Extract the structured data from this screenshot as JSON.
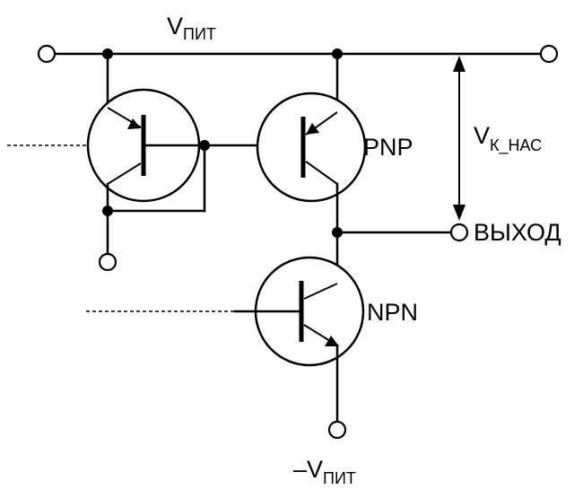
{
  "labels": {
    "supply_main": "V",
    "supply_sub": "ПИТ",
    "neg_supply_main": "–V",
    "neg_supply_sub": "ПИТ",
    "saturation_main": "V",
    "saturation_sub": "К_НАС",
    "pnp": "PNP",
    "npn": "NPN",
    "output": "ВЫХОД"
  },
  "colors": {
    "stroke": "#000000",
    "background": "#ffffff"
  }
}
